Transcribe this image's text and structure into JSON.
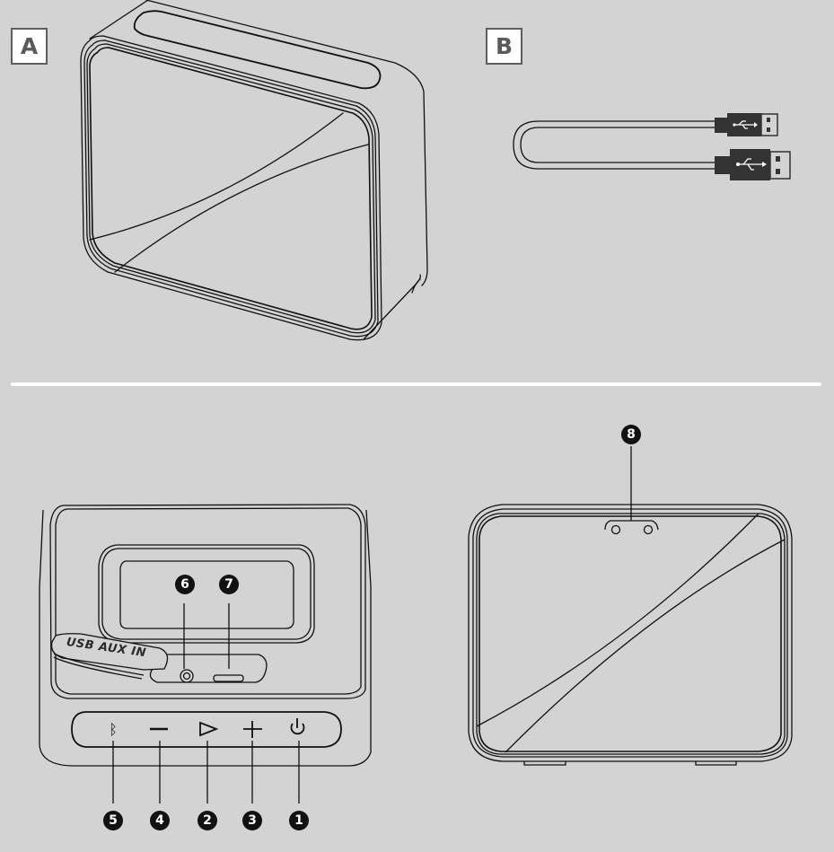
{
  "figures": {
    "a": {
      "label": "A",
      "description": "Speaker perspective view"
    },
    "b": {
      "label": "B",
      "description": "USB charging cable"
    }
  },
  "port_cover": {
    "text": "USB  AUX IN"
  },
  "top_buttons": [
    {
      "icon": "bluetooth-icon",
      "glyph": "✻",
      "callout": "5"
    },
    {
      "icon": "minus-icon",
      "glyph": "—",
      "callout": "4"
    },
    {
      "icon": "play-icon",
      "glyph": "▷",
      "callout": "2"
    },
    {
      "icon": "plus-icon",
      "glyph": "+",
      "callout": "3"
    },
    {
      "icon": "power-icon",
      "glyph": "⏻",
      "callout": "1"
    }
  ],
  "ports": [
    {
      "name": "aux-in-jack",
      "callout": "6"
    },
    {
      "name": "usb-charging-port",
      "callout": "7"
    }
  ],
  "front": {
    "name": "led-indicators",
    "callout": "8"
  },
  "colors": {
    "background": "#d3d3d3",
    "line": "#111111",
    "label_border": "#5e5e5e",
    "label_text": "#5a5a5a",
    "divider": "#ffffff",
    "usb_plug": "#333333"
  }
}
